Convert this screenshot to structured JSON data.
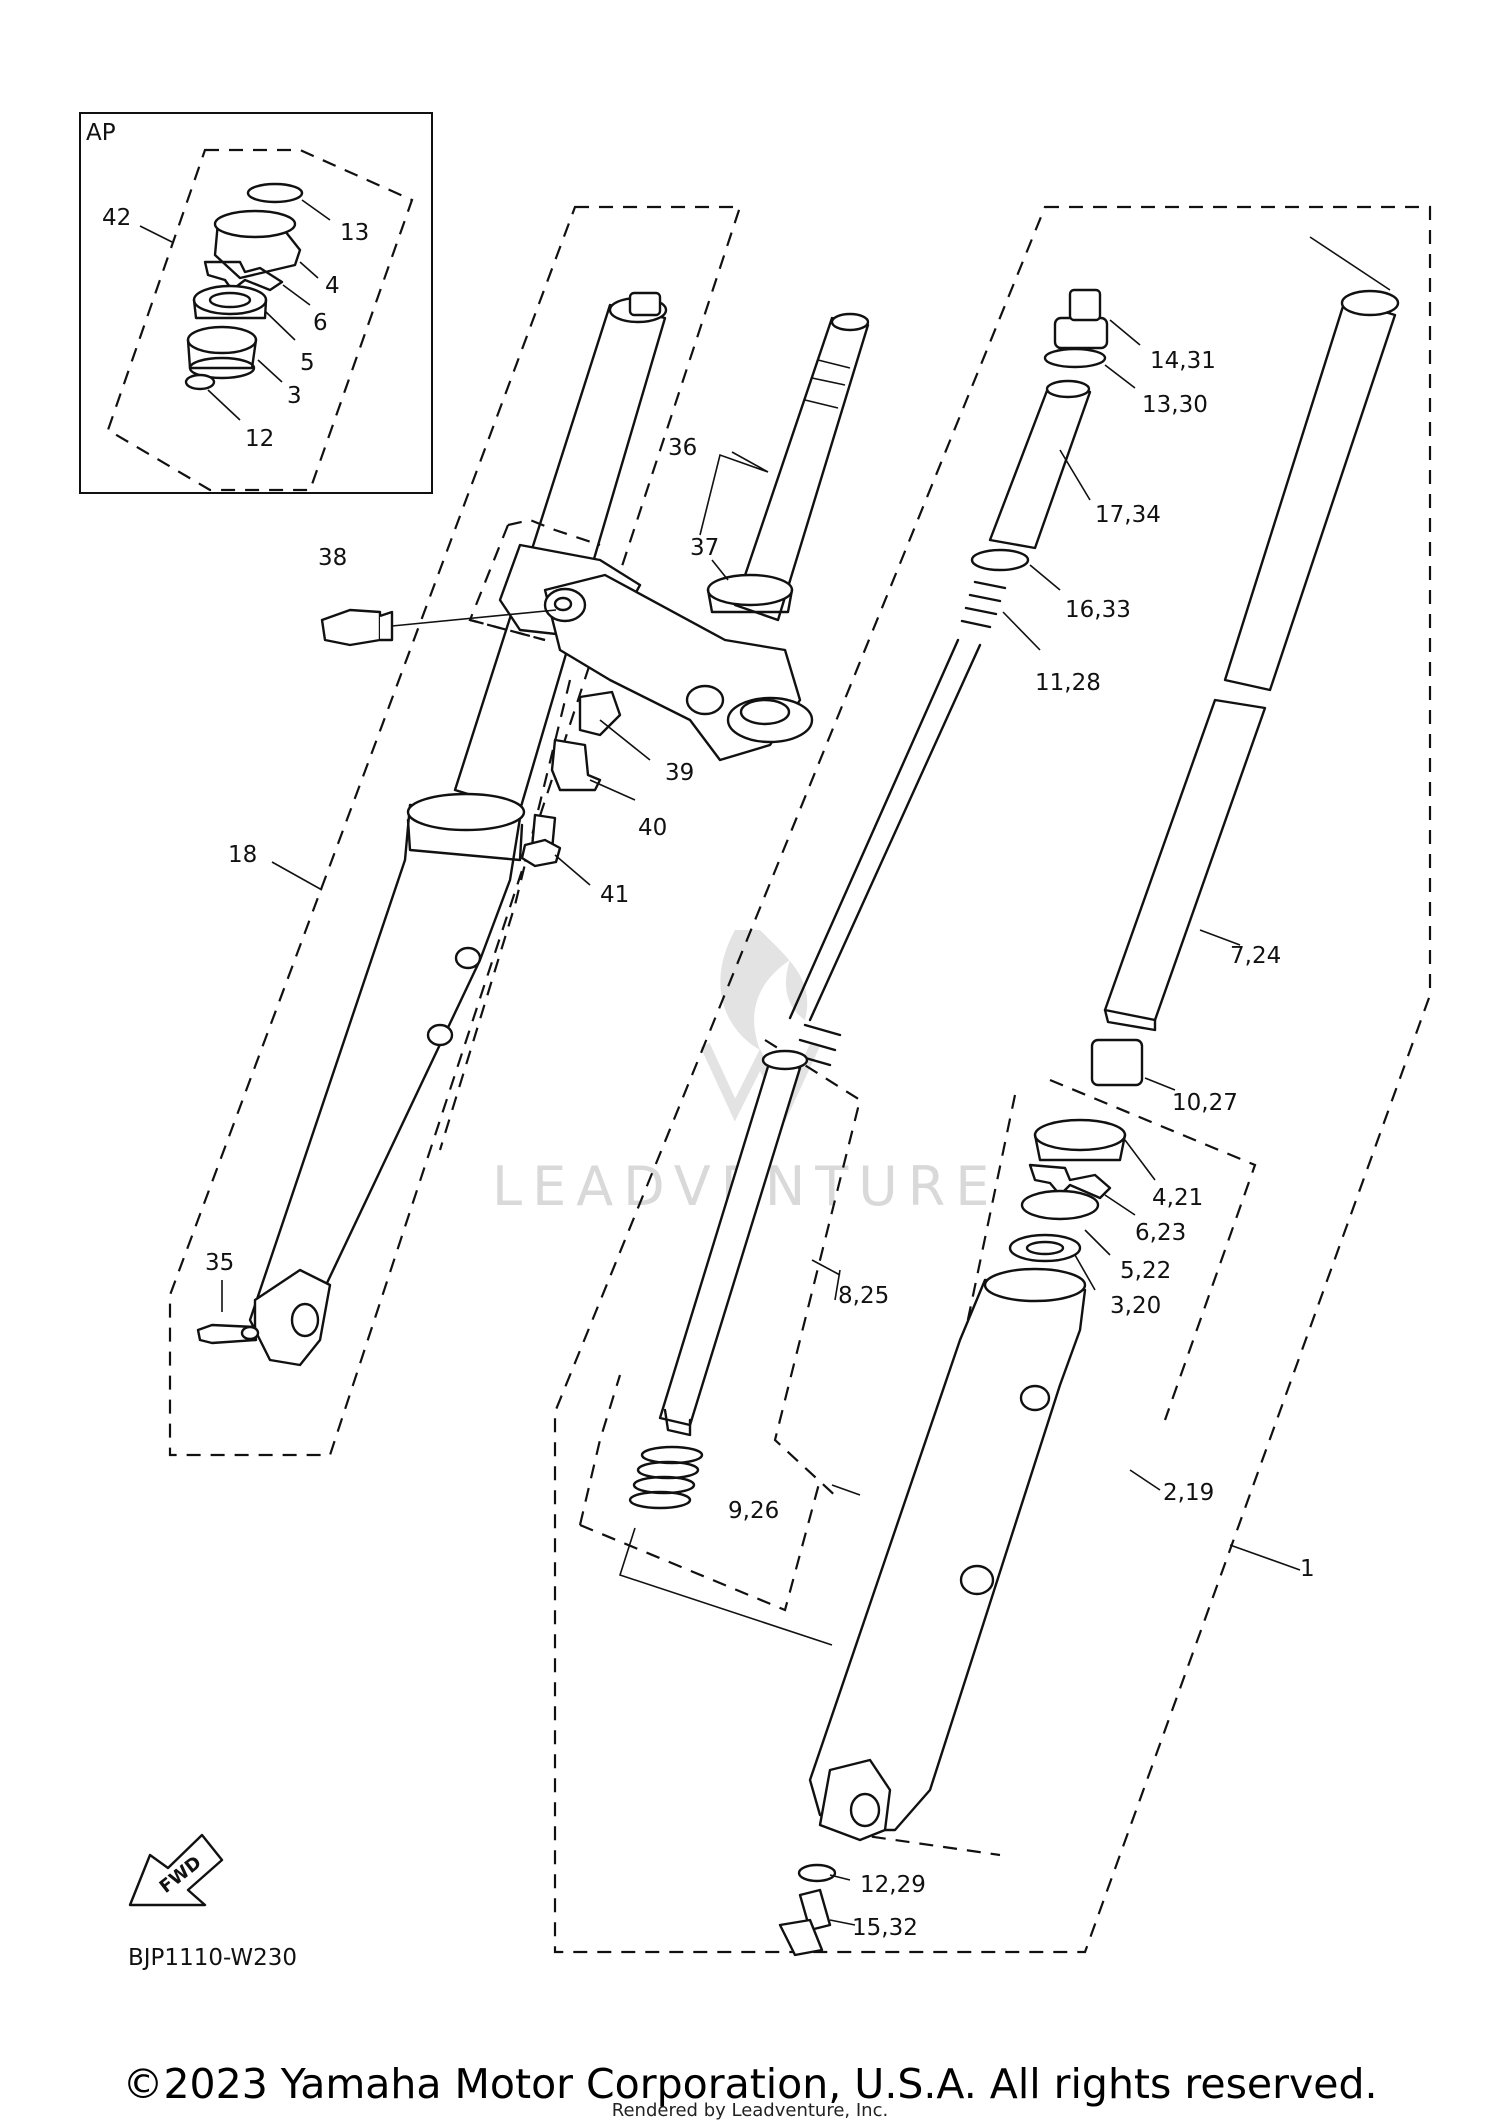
{
  "labels": {
    "AP": "AP",
    "p42": "42",
    "p13a": "13",
    "p4a": "4",
    "p6a": "6",
    "p5a": "5",
    "p3a": "3",
    "p12a": "12",
    "p38": "38",
    "p36": "36",
    "p37": "37",
    "p39": "39",
    "p40": "40",
    "p41": "41",
    "p18": "18",
    "p35": "35",
    "p14_31": "14,31",
    "p13_30": "13,30",
    "p17_34": "17,34",
    "p16_33": "16,33",
    "p11_28": "11,28",
    "p7_24": "7,24",
    "p10_27": "10,27",
    "p4_21": "4,21",
    "p6_23": "6,23",
    "p5_22": "5,22",
    "p3_20": "3,20",
    "p8_25": "8,25",
    "p9_26": "9,26",
    "p2_19": "2,19",
    "p1": "1",
    "p12_29": "12,29",
    "p15_32": "15,32",
    "fwd": "FWD",
    "code": "BJP1110-W230"
  },
  "watermark": "LEADVENTURE",
  "footer": {
    "copyright": "©2023 Yamaha Motor Corporation, U.S.A. All rights reserved.",
    "rendered": "Rendered by Leadventure, Inc."
  }
}
